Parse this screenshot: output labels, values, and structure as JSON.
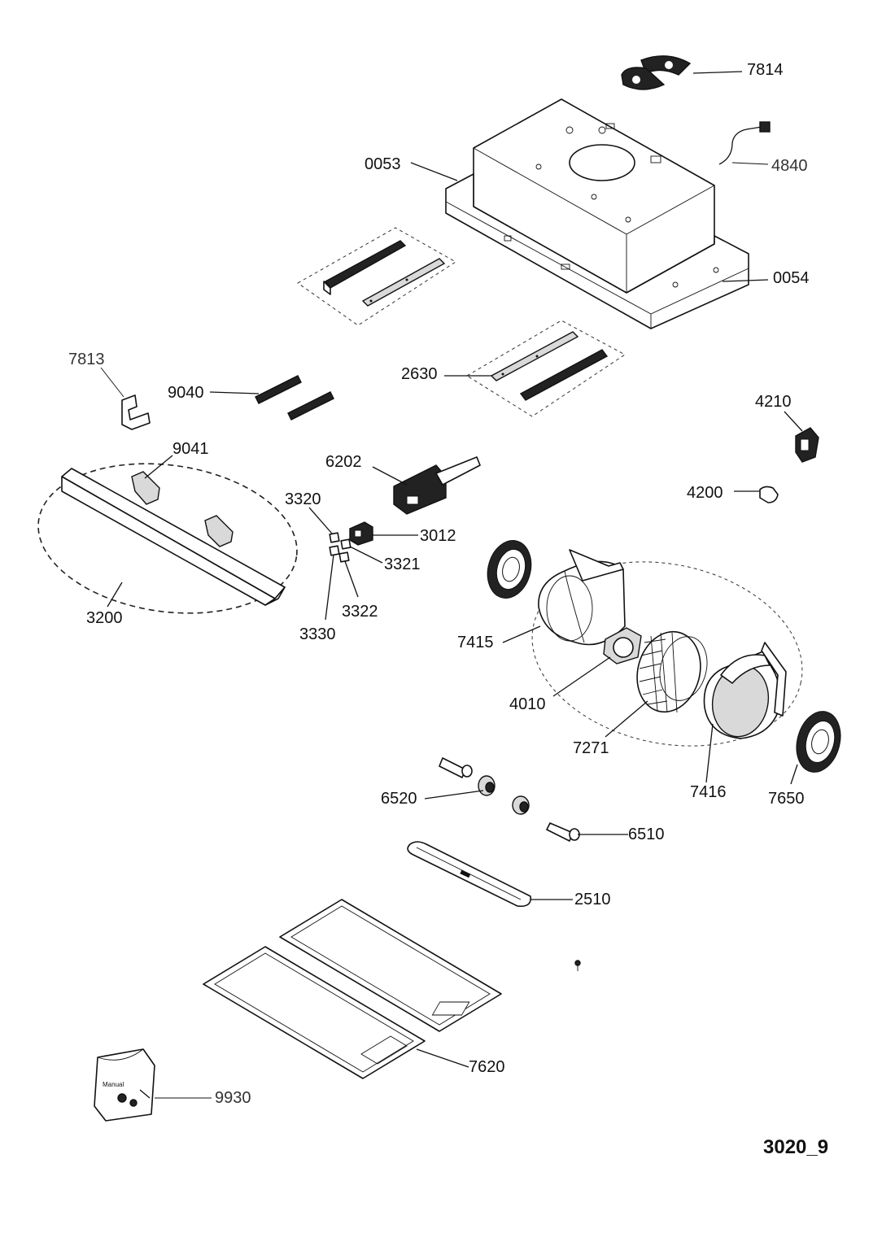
{
  "drawing_ref": "3020_9",
  "labels": {
    "p7814": "7814",
    "p0053": "0053",
    "p4840": "4840",
    "p0054": "0054",
    "p7813": "7813",
    "p9040": "9040",
    "p2630": "2630",
    "p4210": "4210",
    "p9041": "9041",
    "p6202": "6202",
    "p3320": "3320",
    "p3012": "3012",
    "p4200": "4200",
    "p3321": "3321",
    "p3322": "3322",
    "p3330": "3330",
    "p3200": "3200",
    "p7415": "7415",
    "p4010": "4010",
    "p7271": "7271",
    "p7416": "7416",
    "p7650": "7650",
    "p6520": "6520",
    "p6510": "6510",
    "p2510": "2510",
    "p7620": "7620",
    "p9930": "9930"
  },
  "manual_text": "Manual"
}
